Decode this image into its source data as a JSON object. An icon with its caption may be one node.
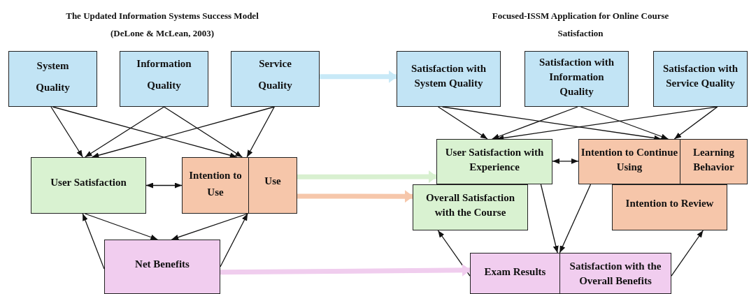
{
  "diagram": {
    "nodes": [
      {
        "text": [
          "System Quality"
        ]
      },
      {
        "text": [
          "Information Quality"
        ]
      },
      {
        "text": [
          "Service Quality"
        ]
      },
      {
        "text": [
          "User Satisfaction"
        ]
      },
      {
        "text": [
          "Intention to Use"
        ]
      },
      {
        "text": [
          "Use"
        ]
      },
      {
        "text": [
          "Net Benefits"
        ]
      },
      {
        "text": [
          "Satisfaction with System Quality"
        ]
      },
      {
        "text": [
          "Satisfaction with Information Quality"
        ]
      },
      {
        "text": [
          "Satisfaction with Service Quality"
        ]
      },
      {
        "text": [
          "User Satisfaction with Experience"
        ]
      },
      {
        "text": [
          "Intention to Continue Using"
        ]
      },
      {
        "text": [
          "Learning Behavior"
        ]
      },
      {
        "text": [
          "Overall Satisfaction with the Course"
        ]
      },
      {
        "text": [
          "Intention to Review"
        ]
      },
      {
        "text": [
          "Exam Results"
        ]
      },
      {
        "text": [
          "Satisfaction with the Overall Benefits"
        ]
      }
    ],
    "edges": [
      {
        "from": 0,
        "to": 3,
        "arrow": "to"
      },
      {
        "from": 0,
        "to": 4,
        "arrow": "to"
      },
      {
        "from": 1,
        "to": 3,
        "arrow": "to"
      },
      {
        "from": 1,
        "to": 4,
        "arrow": "to"
      },
      {
        "from": 2,
        "to": 3,
        "arrow": "to"
      },
      {
        "from": 2,
        "to": 4,
        "arrow": "to"
      },
      {
        "from": 3,
        "to": 4,
        "arrow": "both"
      },
      {
        "from": 3,
        "to": 6,
        "arrow": "to"
      },
      {
        "from": 4,
        "to": 6,
        "arrow": "to"
      },
      {
        "from": 6,
        "to": 3,
        "arrow": "to"
      },
      {
        "from": 6,
        "to": 4,
        "arrow": "to"
      },
      {
        "from": 7,
        "to": 10,
        "arrow": "to"
      },
      {
        "from": 7,
        "to": 11,
        "arrow": "to"
      },
      {
        "from": 8,
        "to": 10,
        "arrow": "to"
      },
      {
        "from": 8,
        "to": 11,
        "arrow": "to"
      },
      {
        "from": 9,
        "to": 10,
        "arrow": "to"
      },
      {
        "from": 9,
        "to": 11,
        "arrow": "to"
      },
      {
        "from": 10,
        "to": 11,
        "arrow": "both"
      },
      {
        "from": 10,
        "to": 15,
        "arrow": "to"
      },
      {
        "from": 11,
        "to": 15,
        "arrow": "to"
      },
      {
        "from": 15,
        "to": 13,
        "arrow": "to"
      },
      {
        "from": 16,
        "to": 14,
        "arrow": "to"
      },
      {
        "from": 2,
        "to": 7,
        "arrow": "to",
        "style": "thick",
        "color": "#c8e9f7"
      },
      {
        "from": 5,
        "to": 10,
        "arrow": "to",
        "style": "thick",
        "color": "#d8f0d0"
      },
      {
        "from": 5,
        "to": 13,
        "arrow": "to",
        "style": "thick",
        "color": "#f6c7ab"
      },
      {
        "from": 6,
        "to": 15,
        "arrow": "to",
        "style": "thick",
        "color": "#f0cdee"
      }
    ],
    "labels": [
      "The Updated Information Systems Success Model (DeLone & McLean, 2003)",
      "Focused-ISSM Application for Online Course Satisfaction"
    ]
  }
}
